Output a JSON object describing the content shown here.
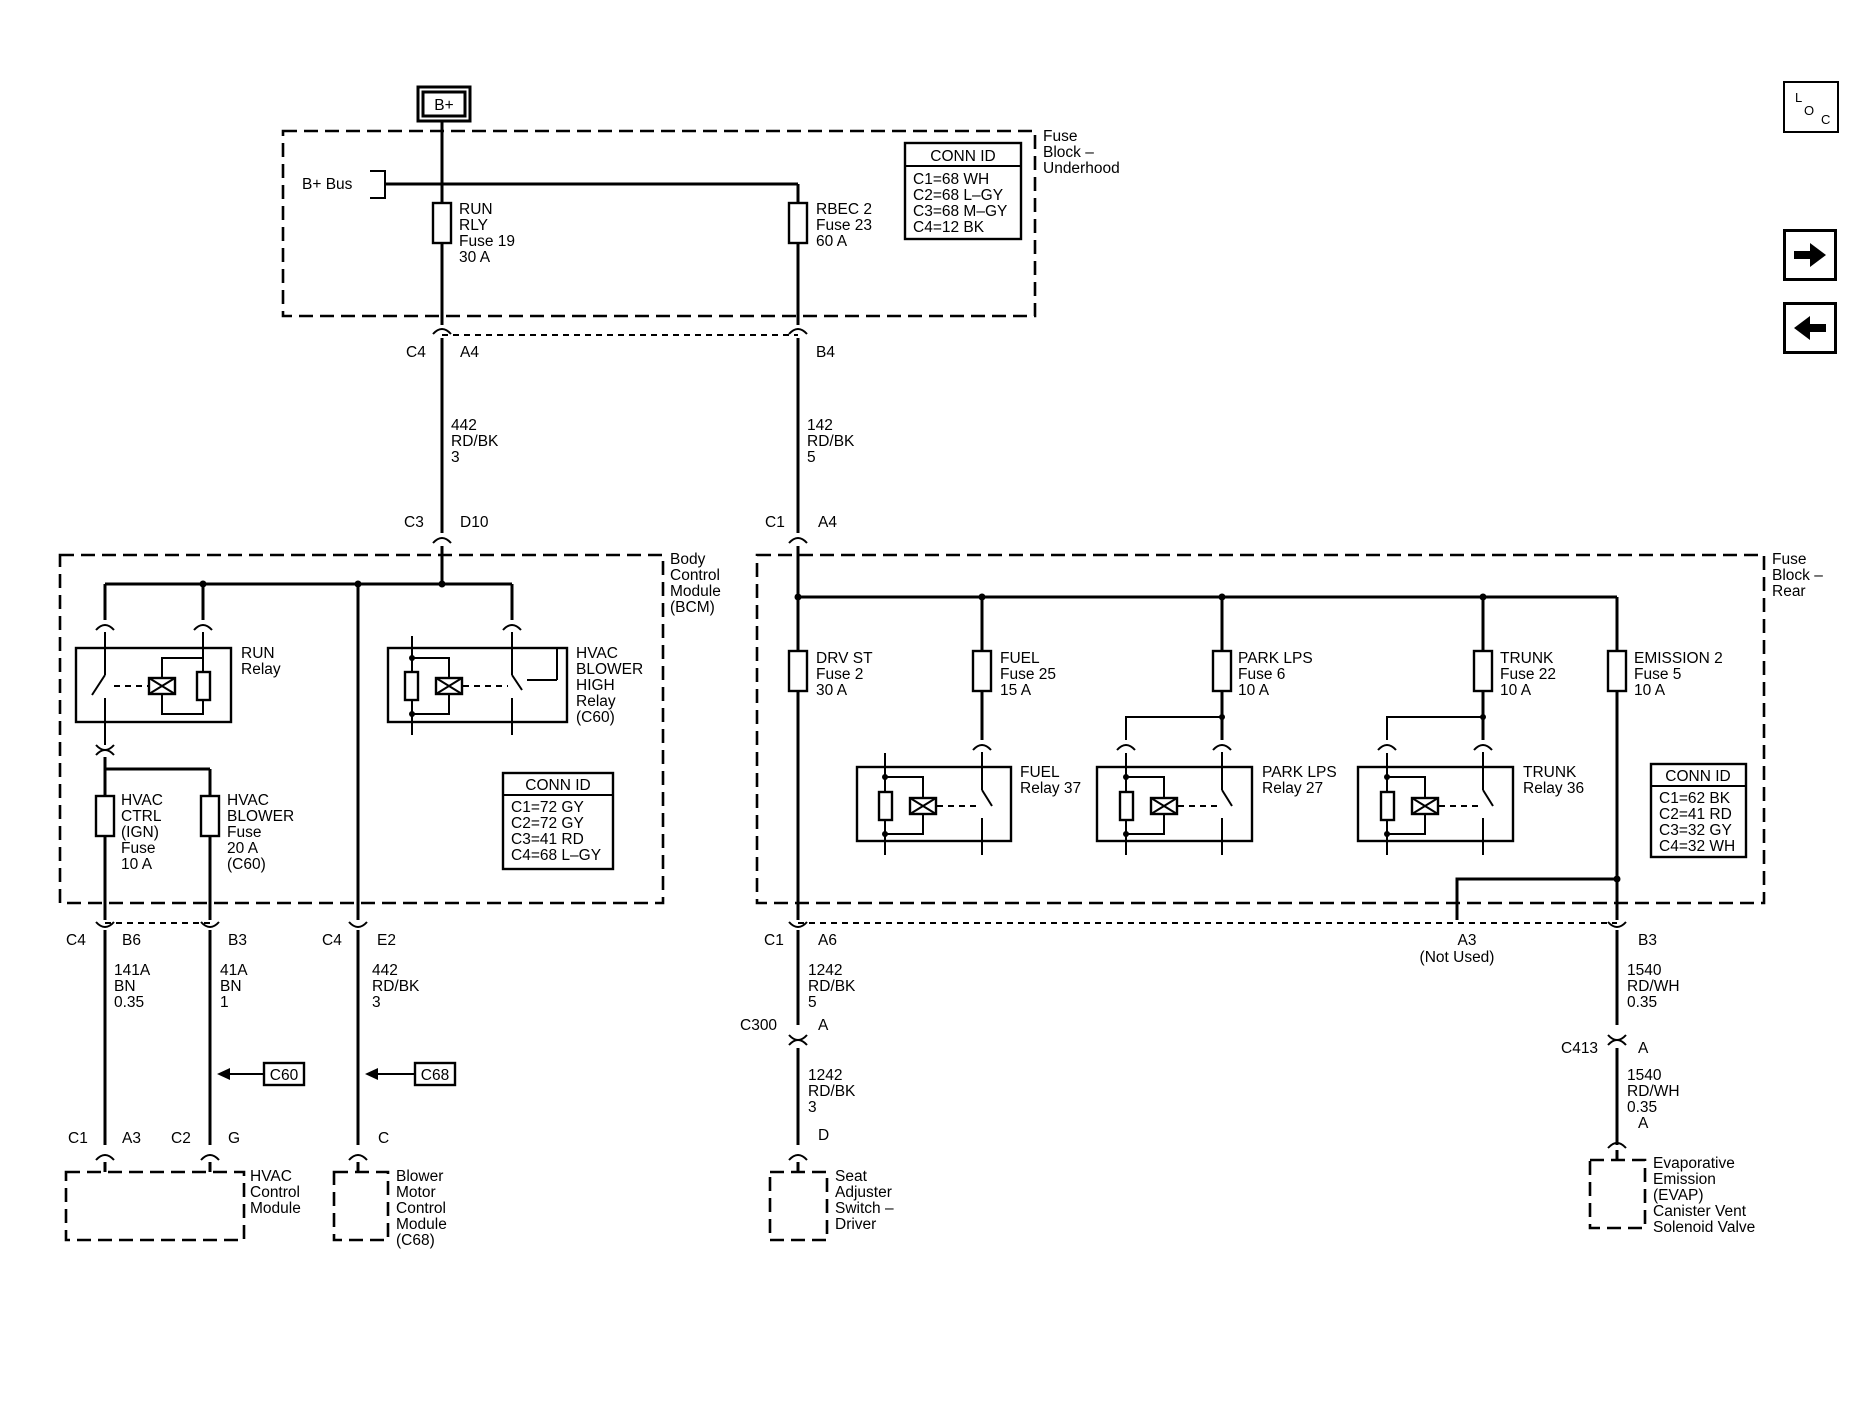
{
  "nav": {
    "loc_l": "L",
    "loc_o": "O",
    "loc_c": "C"
  },
  "source": {
    "label": "B+"
  },
  "underhood": {
    "title_1": "Fuse",
    "title_2": "Block –",
    "title_3": "Underhood",
    "bplus_bus": "B+ Bus",
    "conn_title": "CONN ID",
    "conn": [
      "C1=68 WH",
      "C2=68 L–GY",
      "C3=68 M–GY",
      "C4=12 BK"
    ],
    "fuse19": [
      "RUN",
      "RLY",
      "Fuse 19",
      "30 A"
    ],
    "fuse23": [
      "RBEC 2",
      "Fuse 23",
      "60 A"
    ],
    "pin_c4": "C4",
    "pin_a4": "A4",
    "pin_b4": "B4"
  },
  "wires": {
    "w442": [
      "442",
      "RD/BK",
      "3"
    ],
    "w142": [
      "142",
      "RD/BK",
      "5"
    ],
    "w141a": [
      "141A",
      "BN",
      "0.35"
    ],
    "w41a": [
      "41A",
      "BN",
      "1"
    ],
    "w442b": [
      "442",
      "RD/BK",
      "3"
    ],
    "w1242a": [
      "1242",
      "RD/BK",
      "5"
    ],
    "w1242b": [
      "1242",
      "RD/BK",
      "3"
    ],
    "w1540a": [
      "1540",
      "RD/WH",
      "0.35"
    ],
    "w1540b": [
      "1540",
      "RD/WH",
      "0.35"
    ]
  },
  "bcm": {
    "title": [
      "Body",
      "Control",
      "Module",
      "(BCM)"
    ],
    "pin_c3": "C3",
    "pin_d10": "D10",
    "run_relay": [
      "RUN",
      "Relay"
    ],
    "hvac_relay": [
      "HVAC",
      "BLOWER",
      "HIGH",
      "Relay",
      "(C60)"
    ],
    "hvac_ctrl_fuse": [
      "HVAC",
      "CTRL",
      "(IGN)",
      "Fuse",
      "10 A"
    ],
    "hvac_blower_fuse": [
      "HVAC",
      "BLOWER",
      "Fuse",
      "20 A",
      "(C60)"
    ],
    "conn_title": "CONN ID",
    "conn": [
      "C1=72 GY",
      "C2=72 GY",
      "C3=41 RD",
      "C4=68 L–GY"
    ],
    "pin_c4a": "C4",
    "pin_b6": "B6",
    "pin_b3": "B3",
    "pin_c4b": "C4",
    "pin_e2": "E2"
  },
  "rear": {
    "title": [
      "Fuse",
      "Block –",
      "Rear"
    ],
    "pin_c1": "C1",
    "pin_a4": "A4",
    "drv_st": [
      "DRV ST",
      "Fuse 2",
      "30 A"
    ],
    "fuel": [
      "FUEL",
      "Fuse 25",
      "15 A"
    ],
    "park": [
      "PARK LPS",
      "Fuse 6",
      "10 A"
    ],
    "trunk": [
      "TRUNK",
      "Fuse 22",
      "10 A"
    ],
    "emission": [
      "EMISSION 2",
      "Fuse 5",
      "10 A"
    ],
    "fuel_relay": [
      "FUEL",
      "Relay 37"
    ],
    "park_relay": [
      "PARK LPS",
      "Relay 27"
    ],
    "trunk_relay": [
      "TRUNK",
      "Relay 36"
    ],
    "conn_title": "CONN ID",
    "conn": [
      "C1=62 BK",
      "C2=41 RD",
      "C3=32 GY",
      "C4=32 WH"
    ],
    "pin_c1b": "C1",
    "pin_a6": "A6",
    "pin_a3": "A3",
    "not_used": "(Not Used)",
    "pin_b3": "B3"
  },
  "lower": {
    "ref_c60": "C60",
    "ref_c68": "C68",
    "pin_c1": "C1",
    "pin_a3": "A3",
    "pin_c2": "C2",
    "pin_g": "G",
    "pin_c": "C",
    "c300": "C300",
    "pin_a": "A",
    "pin_d": "D",
    "c413": "C413",
    "pin_a_413": "A",
    "pin_a_evap": "A",
    "hvac_module": [
      "HVAC",
      "Control",
      "Module"
    ],
    "blower_module": [
      "Blower",
      "Motor",
      "Control",
      "Module",
      "(C68)"
    ],
    "seat_switch": [
      "Seat",
      "Adjuster",
      "Switch –",
      "Driver"
    ],
    "evap": [
      "Evaporative",
      "Emission",
      "(EVAP)",
      "Canister Vent",
      "Solenoid Valve"
    ]
  }
}
